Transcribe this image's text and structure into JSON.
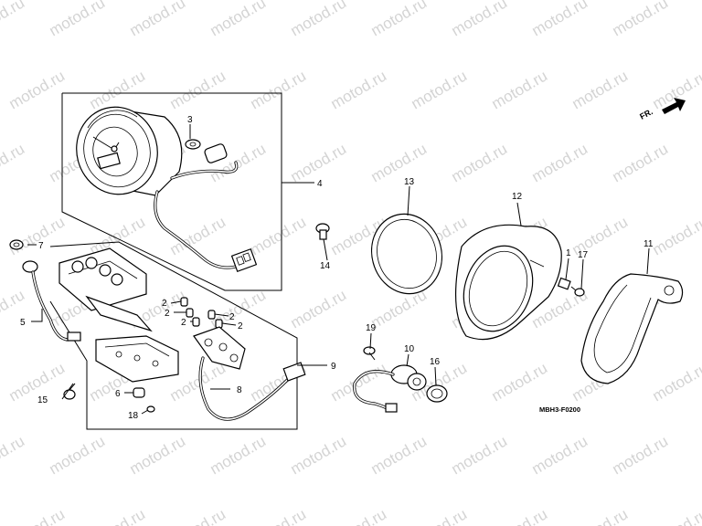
{
  "watermark": "motod.ru",
  "diagram_code": "MBH3-F0200",
  "direction_marker": "FR.",
  "callouts": {
    "c1": "1",
    "c2": "2",
    "c3": "3",
    "c4": "4",
    "c5": "5",
    "c6": "6",
    "c7": "7",
    "c8": "8",
    "c9": "9",
    "c10": "10",
    "c11": "11",
    "c12": "12",
    "c13": "13",
    "c14": "14",
    "c15": "15",
    "c16": "16",
    "c17": "17",
    "c18": "18",
    "c19": "19"
  }
}
